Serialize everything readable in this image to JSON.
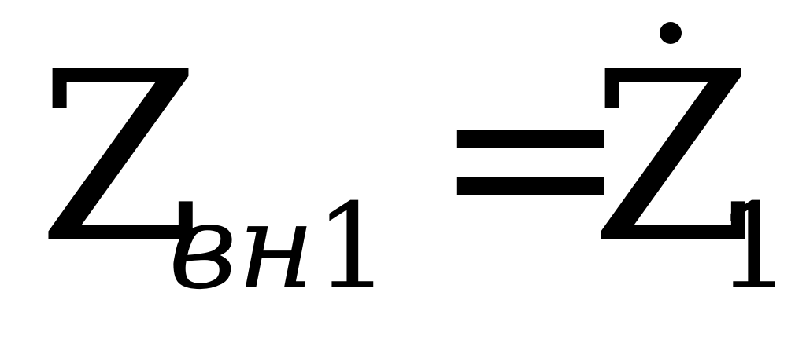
{
  "formula": {
    "lhs_symbol": "Z",
    "lhs_subscript_letters": "вн",
    "lhs_subscript_number": "1",
    "equals": "=",
    "rhs_symbol": "Z",
    "rhs_subscript": "1"
  }
}
